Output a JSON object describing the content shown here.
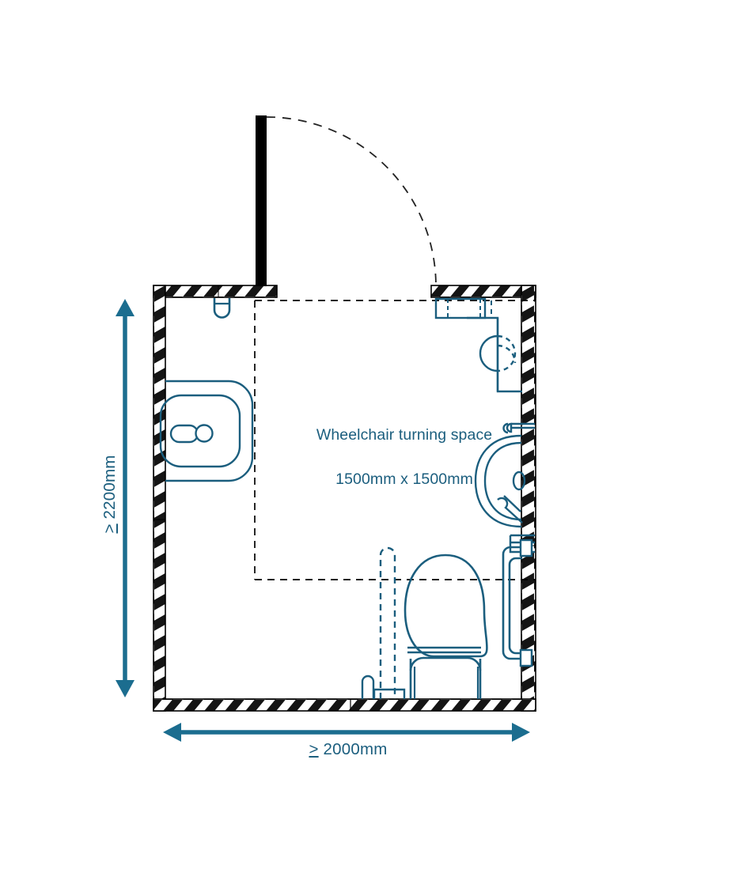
{
  "diagram": {
    "type": "architectural-floor-plan",
    "subject": "Accessible / wheelchair-accessible WC layout plan",
    "palette": {
      "line": "#1b5e7e",
      "wall_fill": "#111111",
      "wall_outline": "#000000",
      "background": "#ffffff",
      "dash_line": "#000000"
    }
  },
  "annotations": {
    "turning_space": {
      "line1": "Wheelchair turning space",
      "line2": "1500mm x 1500mm"
    },
    "width_dimension": {
      "symbol": ">",
      "value": "2000mm",
      "full": "≥ 2000mm"
    },
    "height_dimension": {
      "symbol": ">",
      "value": "2200mm",
      "full": "≥ 2200mm"
    }
  },
  "fixtures": [
    {
      "name": "door-leaf",
      "label": "Outward opening door"
    },
    {
      "name": "door-swing-arc",
      "label": "Door swing arc"
    },
    {
      "name": "washbasin-left",
      "label": "Wash hand basin"
    },
    {
      "name": "washbasin-right",
      "label": "Corner wash hand basin"
    },
    {
      "name": "wc-toilet",
      "label": "WC pan with cistern"
    },
    {
      "name": "drop-down-grab-rail",
      "label": "Drop down grab rail"
    },
    {
      "name": "vertical-grab-rail",
      "label": "Vertical grab rail"
    },
    {
      "name": "corner-shelf-unit",
      "label": "Corner shelf / disposal unit"
    },
    {
      "name": "coat-hook",
      "label": "Coat hook"
    },
    {
      "name": "turning-circle-zone",
      "label": "1500 x 1500 turning space"
    }
  ],
  "chart_data": {
    "type": "table",
    "title": "Accessible WC minimum dimensions",
    "categories": [
      "Room width",
      "Room depth",
      "Turning space"
    ],
    "values": [
      "2000mm",
      "2200mm",
      "1500mm x 1500mm"
    ]
  }
}
